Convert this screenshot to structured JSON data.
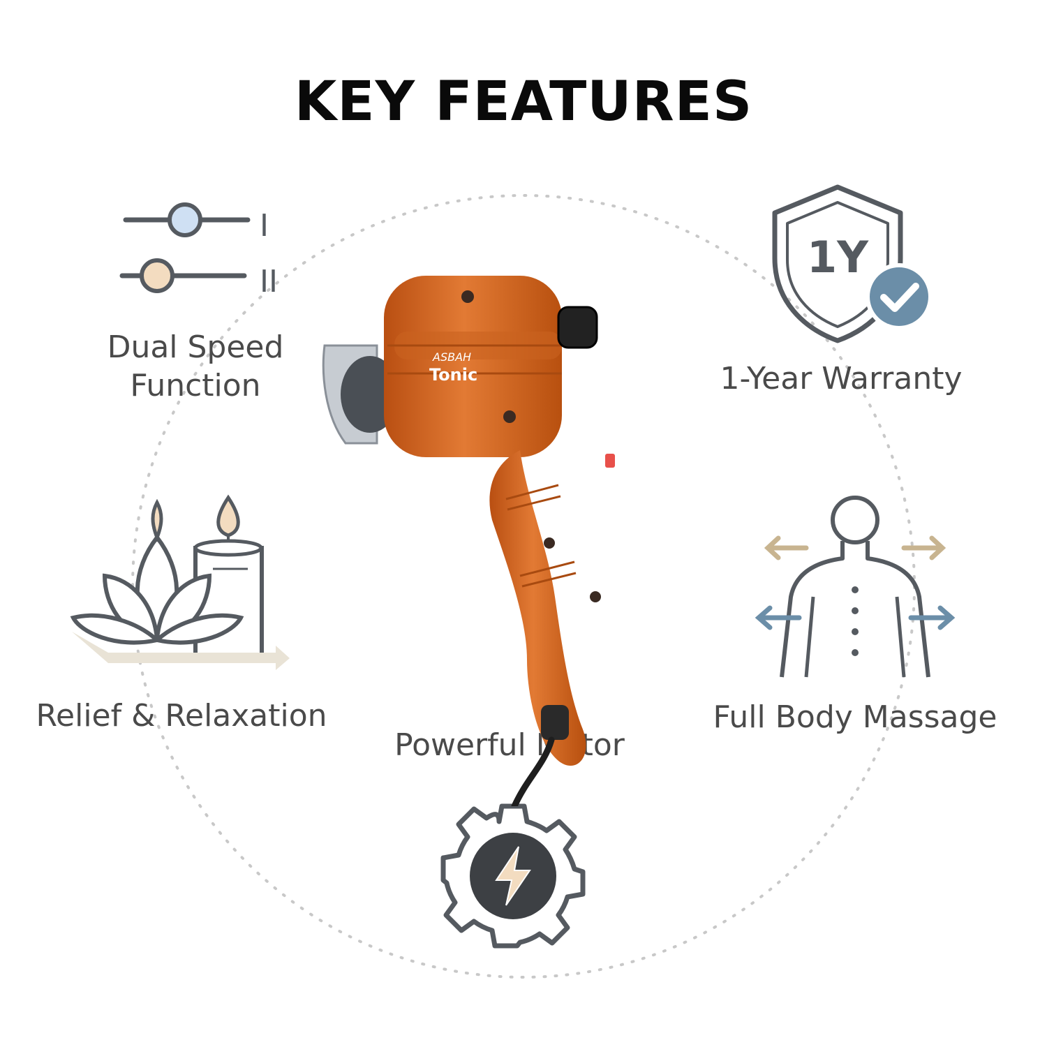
{
  "title": "KEY FEATURES",
  "features": {
    "dual_speed": {
      "line1": "Dual Speed",
      "line2": "Function",
      "speed_marks": [
        "I",
        "II"
      ]
    },
    "warranty": {
      "label": "1-Year Warranty",
      "badge": "1Y"
    },
    "relief": {
      "label": "Relief & Relaxation"
    },
    "full_body": {
      "label": "Full Body Massage"
    },
    "motor": {
      "label": "Powerful Motor"
    }
  },
  "product": {
    "brand": "ASBAH",
    "model": "Tonic"
  },
  "colors": {
    "heading": "#0a0a0a",
    "label": "#4a4a4a",
    "icon_stroke": "#555a60",
    "dotted_ring": "#c8c8c8",
    "product_orange": "#d5651e",
    "check_badge": "#6b8ea8",
    "speed_knob_1": "#cfe0f3",
    "speed_knob_2": "#f3dcc0"
  }
}
